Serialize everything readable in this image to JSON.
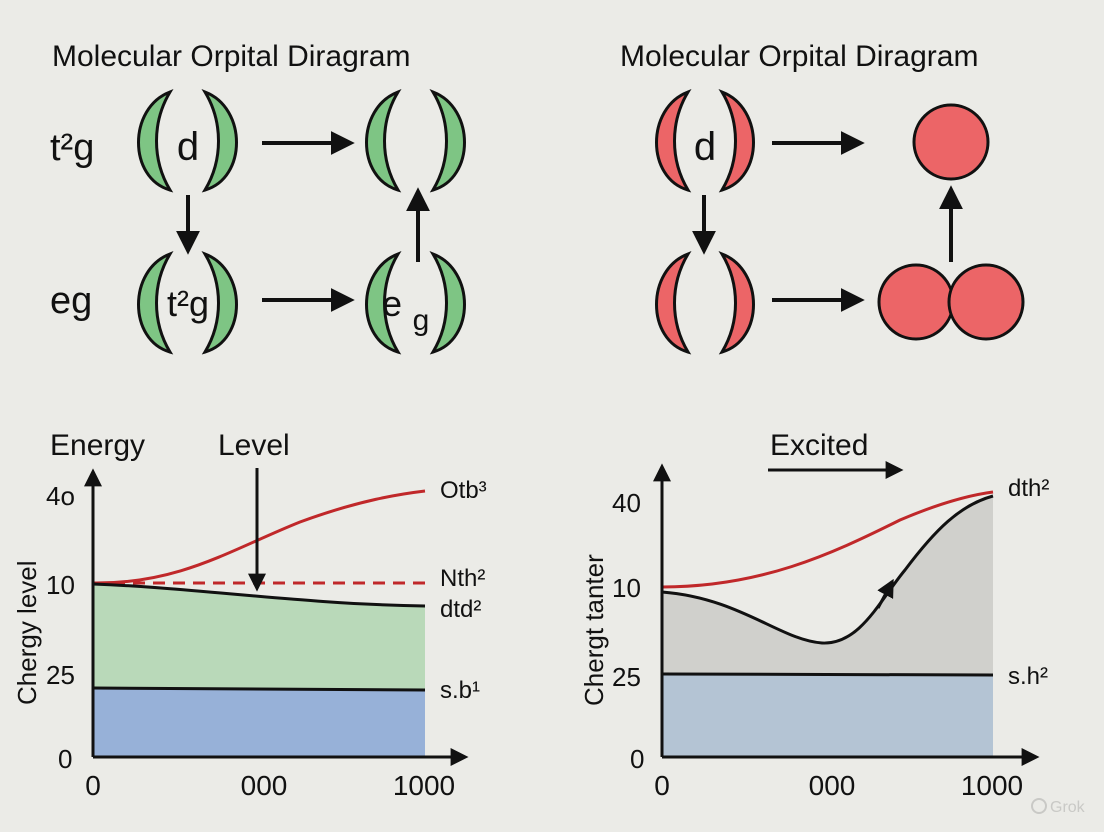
{
  "panels": {
    "left_title": "Molecular Orpital Diragram",
    "right_title": "Molecular Orpital Diragram"
  },
  "left_diagram": {
    "row1_label": "t²g",
    "row2_label": "eg",
    "orbital_top_left_text": "d",
    "orbital_bottom_left_text": "t²g",
    "orbital_bottom_right_text_main": "e",
    "orbital_bottom_right_text_sub": "g",
    "color": "#7ec584"
  },
  "right_diagram": {
    "orbital_top_left_text": "d",
    "color": "#ec6567"
  },
  "charts": {
    "left": {
      "title_left": "Energy",
      "title_right": "Level",
      "ylabel": "Chergy level",
      "y_ticks": [
        "4o",
        "10",
        "25",
        "0"
      ],
      "x_ticks": [
        "0",
        "000",
        "1000"
      ],
      "series_labels": {
        "red_curve": "Otb³",
        "dashed": "Nth²",
        "black_curve": "dtd²",
        "bottom_line": "s.b¹"
      },
      "colors": {
        "green_area": "#b9d9b9",
        "blue_area": "#97b1d8",
        "red": "#c0282a"
      }
    },
    "right": {
      "title": "Excited",
      "ylabel": "Chergt tanter",
      "y_ticks": [
        "40",
        "10",
        "25",
        "0"
      ],
      "x_ticks": [
        "0",
        "000",
        "1000"
      ],
      "series_labels": {
        "red_curve": "dth²",
        "bottom_line": "s.h²"
      },
      "colors": {
        "grey_area": "#d0d0cc",
        "blue_area": "#b4c4d4",
        "red": "#c0282a"
      }
    }
  },
  "watermark": "Grok"
}
